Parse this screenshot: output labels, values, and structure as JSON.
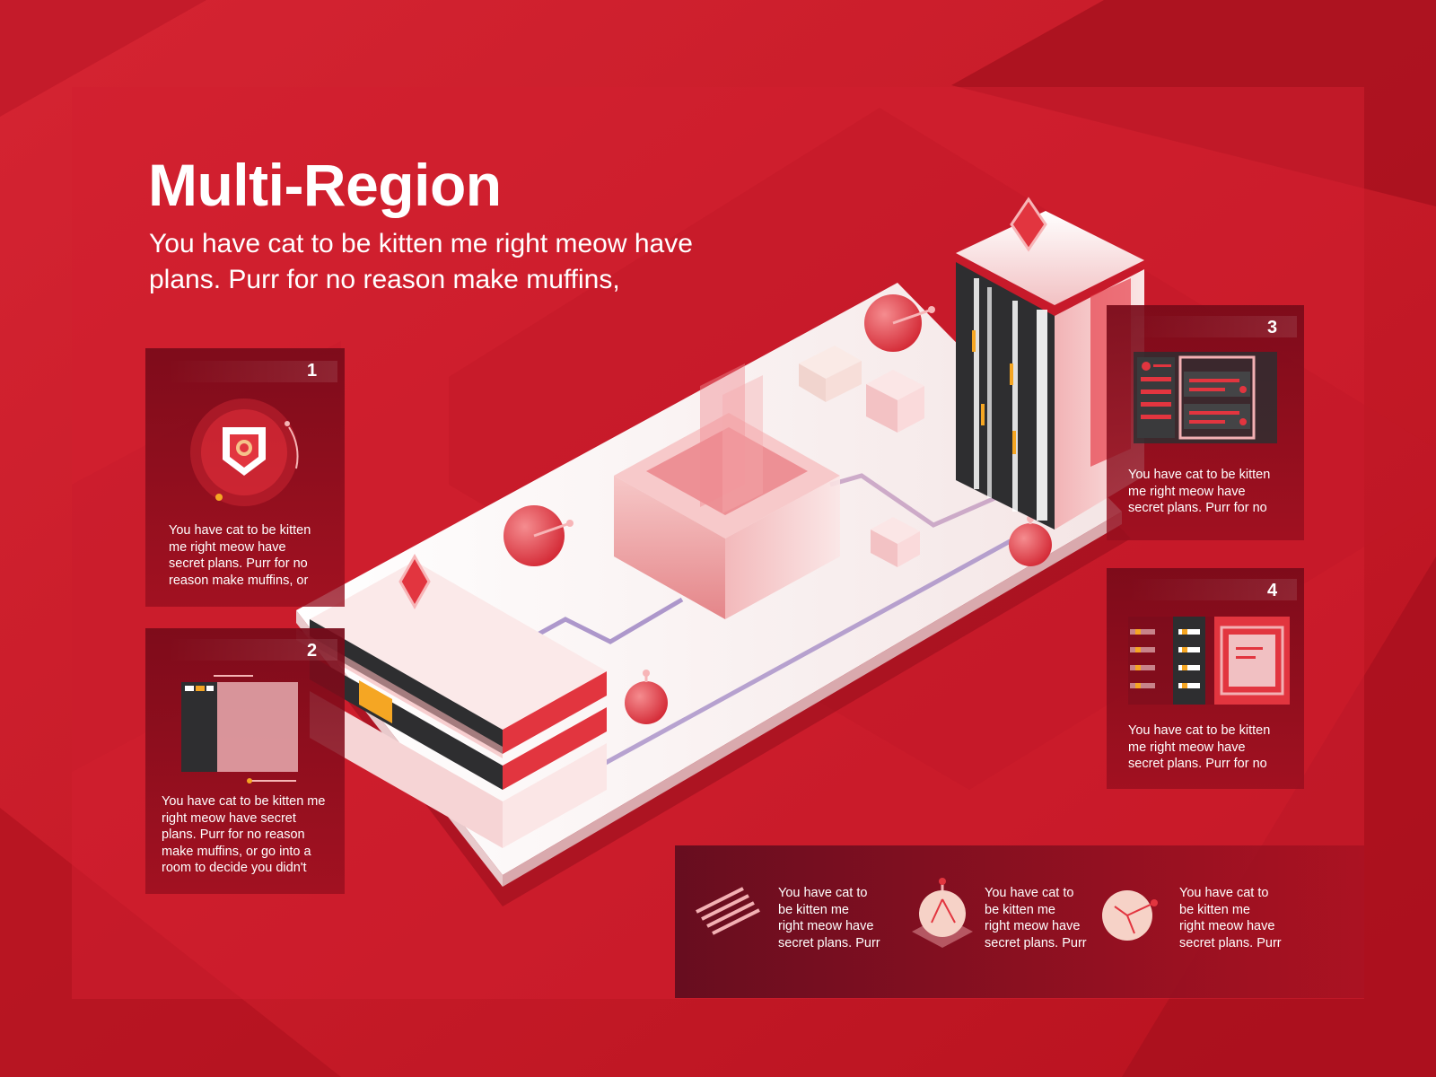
{
  "header": {
    "title": "Multi-Region",
    "subtitle_line1": "You have cat to be kitten me right meow have",
    "subtitle_line2": "plans. Purr for no reason make muffins,"
  },
  "cards": [
    {
      "number": "1",
      "icon": "shield-icon",
      "lines": [
        "You have cat to be kitten",
        "me right meow have",
        "secret plans. Purr for no",
        "reason make muffins, or"
      ]
    },
    {
      "number": "2",
      "icon": "server-rack-icon",
      "lines": [
        "You have cat to be kitten me",
        "right meow have secret",
        "plans. Purr for no reason",
        "make muffins, or go into a",
        "room to decide you didn't"
      ]
    },
    {
      "number": "3",
      "icon": "dashboard-panel-icon",
      "lines": [
        "You have cat to be kitten",
        "me right meow have",
        "secret plans. Purr for no"
      ]
    },
    {
      "number": "4",
      "icon": "storage-panel-icon",
      "lines": [
        "You have cat to be kitten",
        "me right meow have",
        "secret plans. Purr for no"
      ]
    }
  ],
  "legend": [
    {
      "icon": "striped-lines-icon",
      "lines": [
        "You have cat to",
        "be kitten me",
        "right meow have",
        "secret plans. Purr"
      ]
    },
    {
      "icon": "node-sphere-icon",
      "lines": [
        "You have cat to",
        "be kitten me",
        "right meow have",
        "secret plans. Purr"
      ]
    },
    {
      "icon": "satellite-dish-icon",
      "lines": [
        "You have cat to",
        "be kitten me",
        "right meow have",
        "secret plans. Purr"
      ]
    }
  ],
  "colors": {
    "background": "#c8182a",
    "accent_red": "#e8303c",
    "panel_dark": "#7a0d1c",
    "highlight_yellow": "#f5a623",
    "server_dark": "#2e2e30",
    "route_purple": "#9a7fc0"
  }
}
